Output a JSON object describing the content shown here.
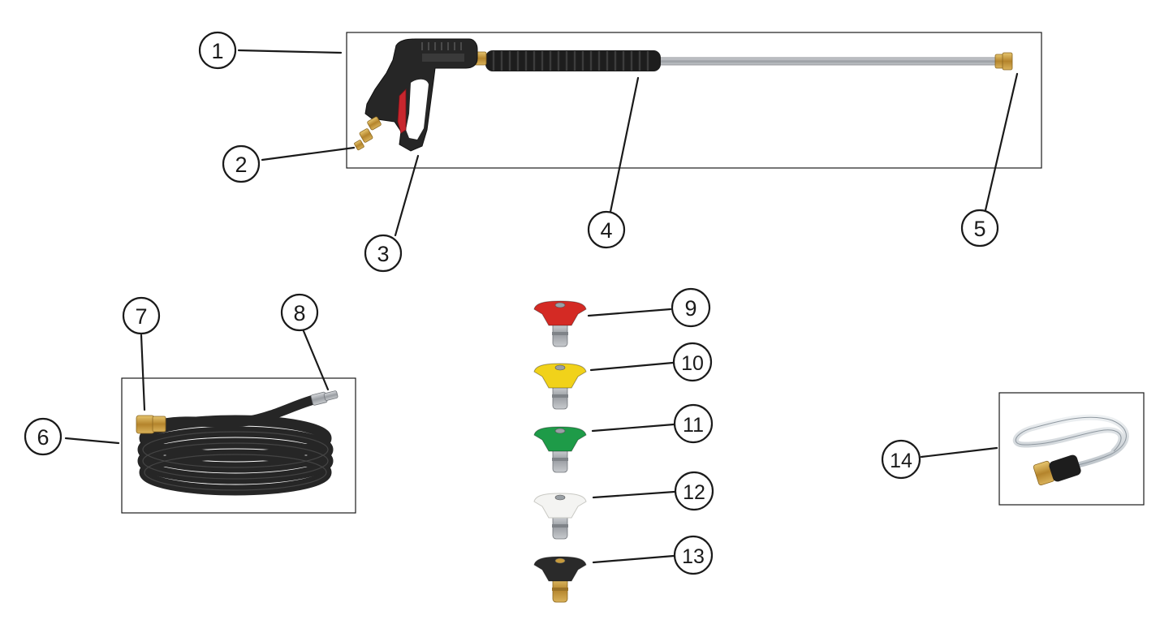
{
  "diagram": {
    "callouts": [
      {
        "id": "c1",
        "label": "1"
      },
      {
        "id": "c2",
        "label": "2"
      },
      {
        "id": "c3",
        "label": "3"
      },
      {
        "id": "c4",
        "label": "4"
      },
      {
        "id": "c5",
        "label": "5"
      },
      {
        "id": "c6",
        "label": "6"
      },
      {
        "id": "c7",
        "label": "7"
      },
      {
        "id": "c8",
        "label": "8"
      },
      {
        "id": "c9",
        "label": "9"
      },
      {
        "id": "c10",
        "label": "10"
      },
      {
        "id": "c11",
        "label": "11"
      },
      {
        "id": "c12",
        "label": "12"
      },
      {
        "id": "c13",
        "label": "13"
      },
      {
        "id": "c14",
        "label": "14"
      }
    ],
    "nozzles": [
      {
        "color_name": "red",
        "color": "#d42a24"
      },
      {
        "color_name": "yellow",
        "color": "#f1d21a"
      },
      {
        "color_name": "green",
        "color": "#1e9b48"
      },
      {
        "color_name": "white",
        "color": "#f4f4f2"
      },
      {
        "color_name": "black",
        "color": "#2a2a2a"
      }
    ],
    "colors": {
      "line": "#1a1a1a",
      "brass": "#c89b3c",
      "steel": "#a9adb2",
      "rubber": "#1f1f1f"
    }
  }
}
